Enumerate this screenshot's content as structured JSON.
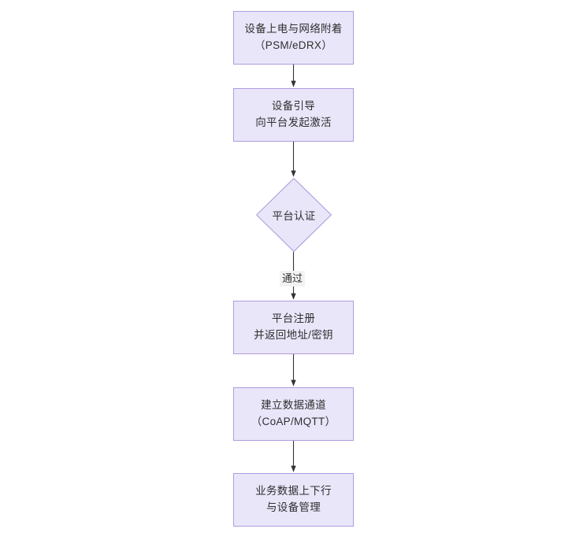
{
  "diagram": {
    "type": "flowchart",
    "orientation": "top-to-bottom",
    "background_color": "#ffffff",
    "node_fill_color": "#e9e6fa",
    "node_border_color": "#b09bdd",
    "text_color": "#2f2f2f",
    "edge_color": "#333333",
    "nodes": [
      {
        "id": "power",
        "shape": "rectangle",
        "lines": [
          "设备上电与网络附着",
          "（PSM/eDRX）"
        ]
      },
      {
        "id": "bootstrap",
        "shape": "rectangle",
        "lines": [
          "设备引导",
          "向平台发起激活"
        ]
      },
      {
        "id": "auth",
        "shape": "diamond",
        "lines": [
          "平台认证"
        ]
      },
      {
        "id": "register",
        "shape": "rectangle",
        "lines": [
          "平台注册",
          "并返回地址/密钥"
        ]
      },
      {
        "id": "channel",
        "shape": "rectangle",
        "lines": [
          "建立数据通道",
          "（CoAP/MQTT）"
        ]
      },
      {
        "id": "business",
        "shape": "rectangle",
        "lines": [
          "业务数据上下行",
          "与设备管理"
        ]
      }
    ],
    "edges": [
      {
        "from": "power",
        "to": "bootstrap",
        "label": ""
      },
      {
        "from": "bootstrap",
        "to": "auth",
        "label": ""
      },
      {
        "from": "auth",
        "to": "register",
        "label": "通过"
      },
      {
        "from": "register",
        "to": "channel",
        "label": ""
      },
      {
        "from": "channel",
        "to": "business",
        "label": ""
      }
    ]
  }
}
